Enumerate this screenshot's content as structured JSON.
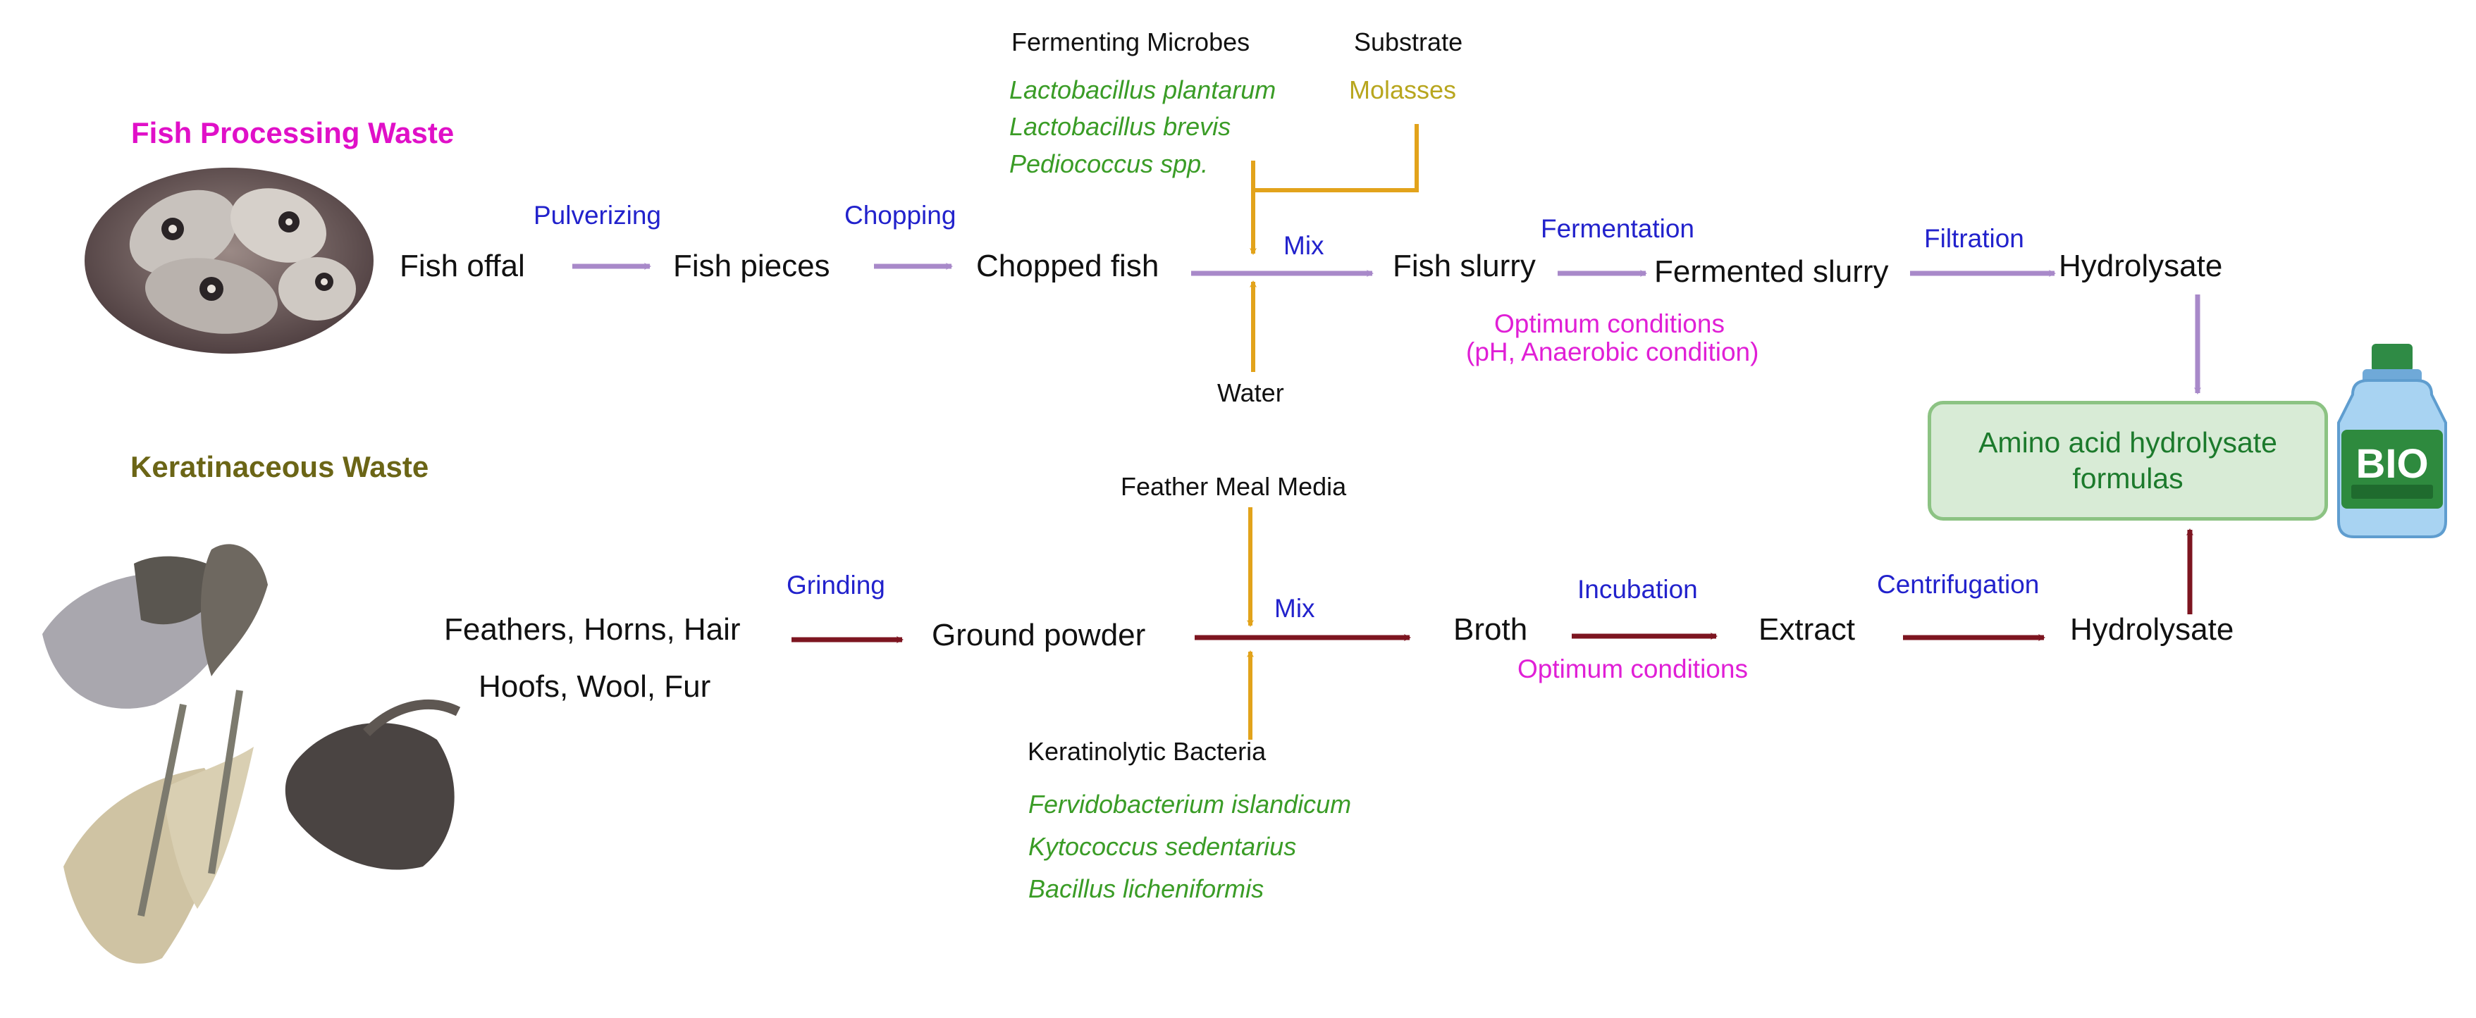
{
  "colors": {
    "fish_arrow": "#a889c9",
    "keratin_arrow": "#7d1520",
    "input_arrow": "#e2a31b",
    "step_label": "#2222cc",
    "condition_label": "#e01fd6",
    "species_label": "#3a9c26",
    "substrate_label": "#b8a61e",
    "fish_heading": "#e010c8",
    "keratin_heading": "#6b6516",
    "box_text": "#1c7a2c",
    "box_fill": "#d8ebd6",
    "box_border": "#8cc383"
  },
  "fish": {
    "heading": "Fish Processing Waste",
    "image_icon": "fish-waste-photo",
    "nodes": {
      "offal": "Fish offal",
      "pieces": "Fish pieces",
      "chopped": "Chopped fish",
      "slurry": "Fish slurry",
      "fermented": "Fermented slurry",
      "hydrolysate": "Hydrolysate"
    },
    "steps": {
      "pulverizing": "Pulverizing",
      "chopping": "Chopping",
      "mix": "Mix",
      "fermentation": "Fermentation",
      "filtration": "Filtration"
    },
    "conditions": [
      "Optimum conditions",
      "(pH, Anaerobic condition)"
    ],
    "microbes": {
      "heading": "Fermenting Microbes",
      "species": [
        "Lactobacillus plantarum",
        "Lactobacillus brevis",
        "Pediococcus spp."
      ]
    },
    "substrate": {
      "heading": "Substrate",
      "item": "Molasses"
    },
    "water": "Water"
  },
  "keratin": {
    "heading": "Keratinaceous Waste",
    "image_icon": "feathers-hair-photo",
    "nodes": {
      "raw_line1": "Feathers, Horns, Hair",
      "raw_line2": "Hoofs, Wool, Fur",
      "powder": "Ground powder",
      "broth": "Broth",
      "extract": "Extract",
      "hydrolysate": "Hydrolysate"
    },
    "steps": {
      "grinding": "Grinding",
      "mix": "Mix",
      "incubation": "Incubation",
      "centrifugation": "Centrifugation"
    },
    "conditions": "Optimum conditions",
    "media": "Feather Meal Media",
    "bacteria": {
      "heading": "Keratinolytic Bacteria",
      "species": [
        "Fervidobacterium islandicum",
        "Kytococcus sedentarius",
        "Bacillus licheniformis"
      ]
    }
  },
  "result": {
    "line1": "Amino acid hydrolysate",
    "line2": "formulas",
    "bottle_label": "BIO",
    "bottle_icon": "bio-fertilizer-bottle-icon"
  }
}
